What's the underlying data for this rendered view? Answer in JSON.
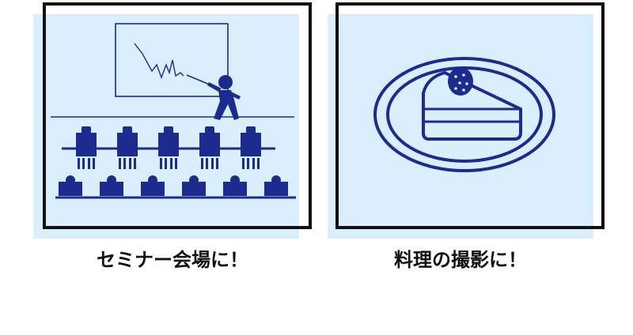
{
  "colors": {
    "panel_bg": "#dbeefd",
    "frame": "#111111",
    "illustration": "#1d2a8e"
  },
  "cards": [
    {
      "caption": "セミナー会場に！",
      "icon": "seminar-room-illustration"
    },
    {
      "caption": "料理の撮影に！",
      "icon": "cake-on-plate-illustration"
    }
  ]
}
